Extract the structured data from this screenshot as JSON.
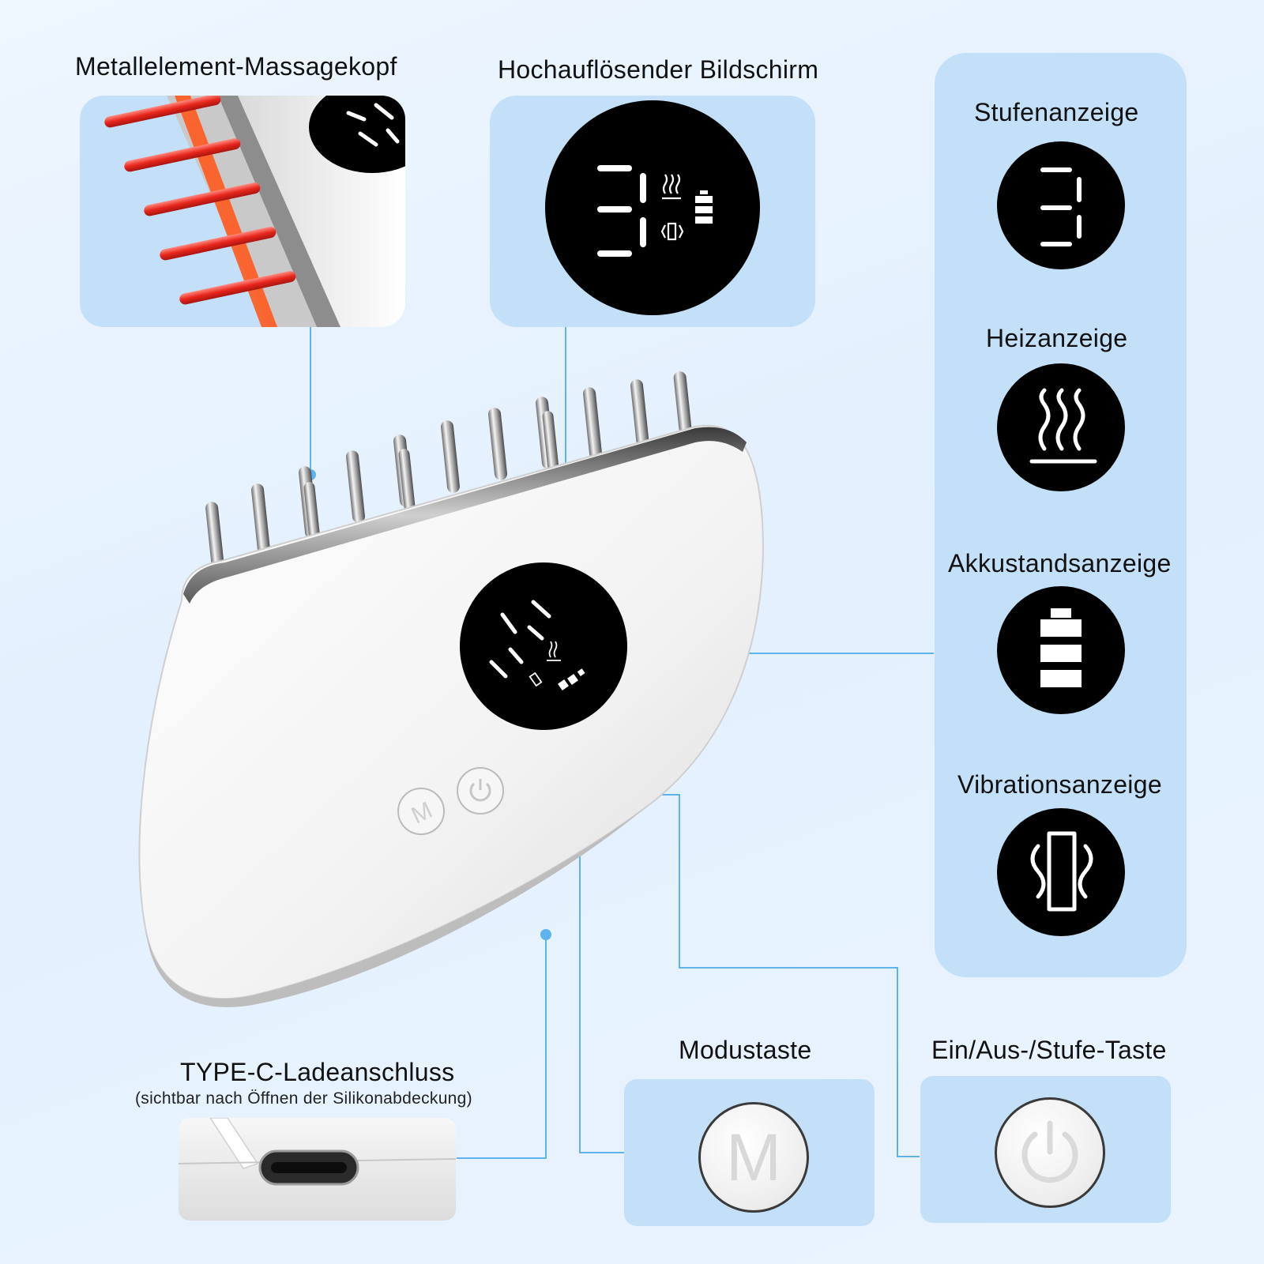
{
  "labels": {
    "massage_head": "Metallelement-Massagekopf",
    "screen": "Hochauflösender Bildschirm",
    "level": "Stufenanzeige",
    "heat": "Heizanzeige",
    "battery": "Akkustandsanzeige",
    "vibration": "Vibrationsanzeige",
    "usb_title": "TYPE-C-Ladeanschluss",
    "usb_sub": "(sichtbar nach Öffnen der Silikonabdeckung)",
    "mode_button": "Modustaste",
    "power_button": "Ein/Aus-/Stufe-Taste"
  },
  "display": {
    "level_value": "3",
    "mode_letter": "M"
  },
  "colors": {
    "panel": "#c4e0f8",
    "callout_line": "#5eb3ee",
    "led_red": "#ff3a2a",
    "display_black": "#000000"
  },
  "icons": [
    "seven-segment-digit-icon",
    "heat-waves-icon",
    "battery-icon",
    "vibration-icon",
    "power-icon"
  ]
}
